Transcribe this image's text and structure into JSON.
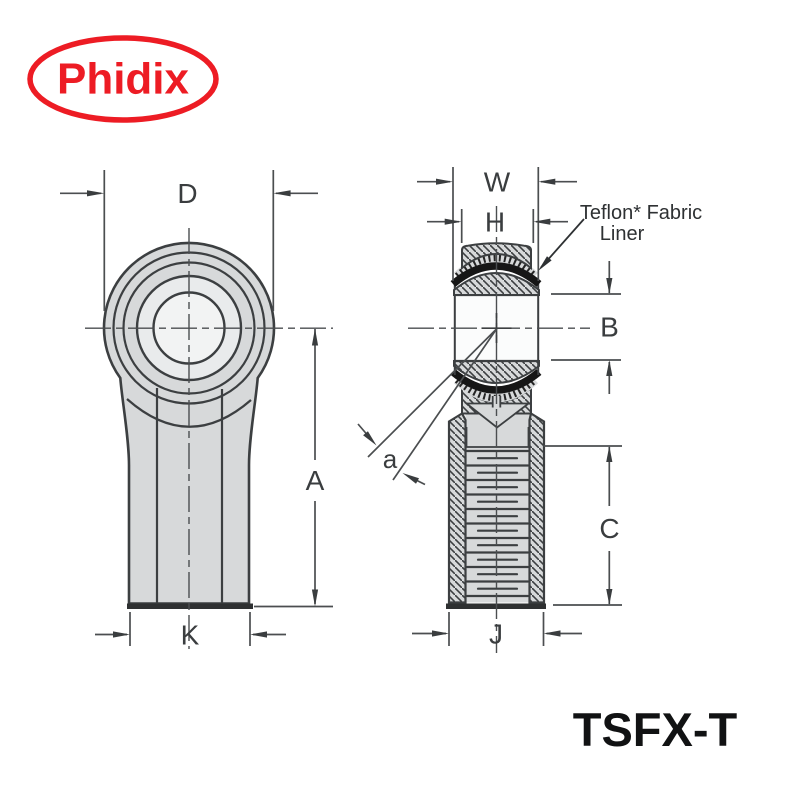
{
  "logo": {
    "text": "Phidix",
    "color": "#ed1c24"
  },
  "title": {
    "part_number": "TSFX-T"
  },
  "annotation": {
    "liner_line1": "Teflon* Fabric",
    "liner_line2": "Liner"
  },
  "front_view": {
    "dim_d": "D",
    "dim_a": "A",
    "dim_k": "K"
  },
  "section_view": {
    "dim_w": "W",
    "dim_h": "H",
    "dim_b": "B",
    "dim_c": "C",
    "dim_j": "J",
    "angle": "a"
  },
  "colors": {
    "body_fill": "#d7d9da",
    "ball_fill": "#e9ebec",
    "bore_fill": "#f2f3f3",
    "section_bore_fill": "#fbfcfc",
    "outline": "#3c3f41",
    "dimension_line": "#4b4e50",
    "liner_black": "#161616",
    "base_band": "#2e3031",
    "logo_red": "#ed1c24"
  }
}
